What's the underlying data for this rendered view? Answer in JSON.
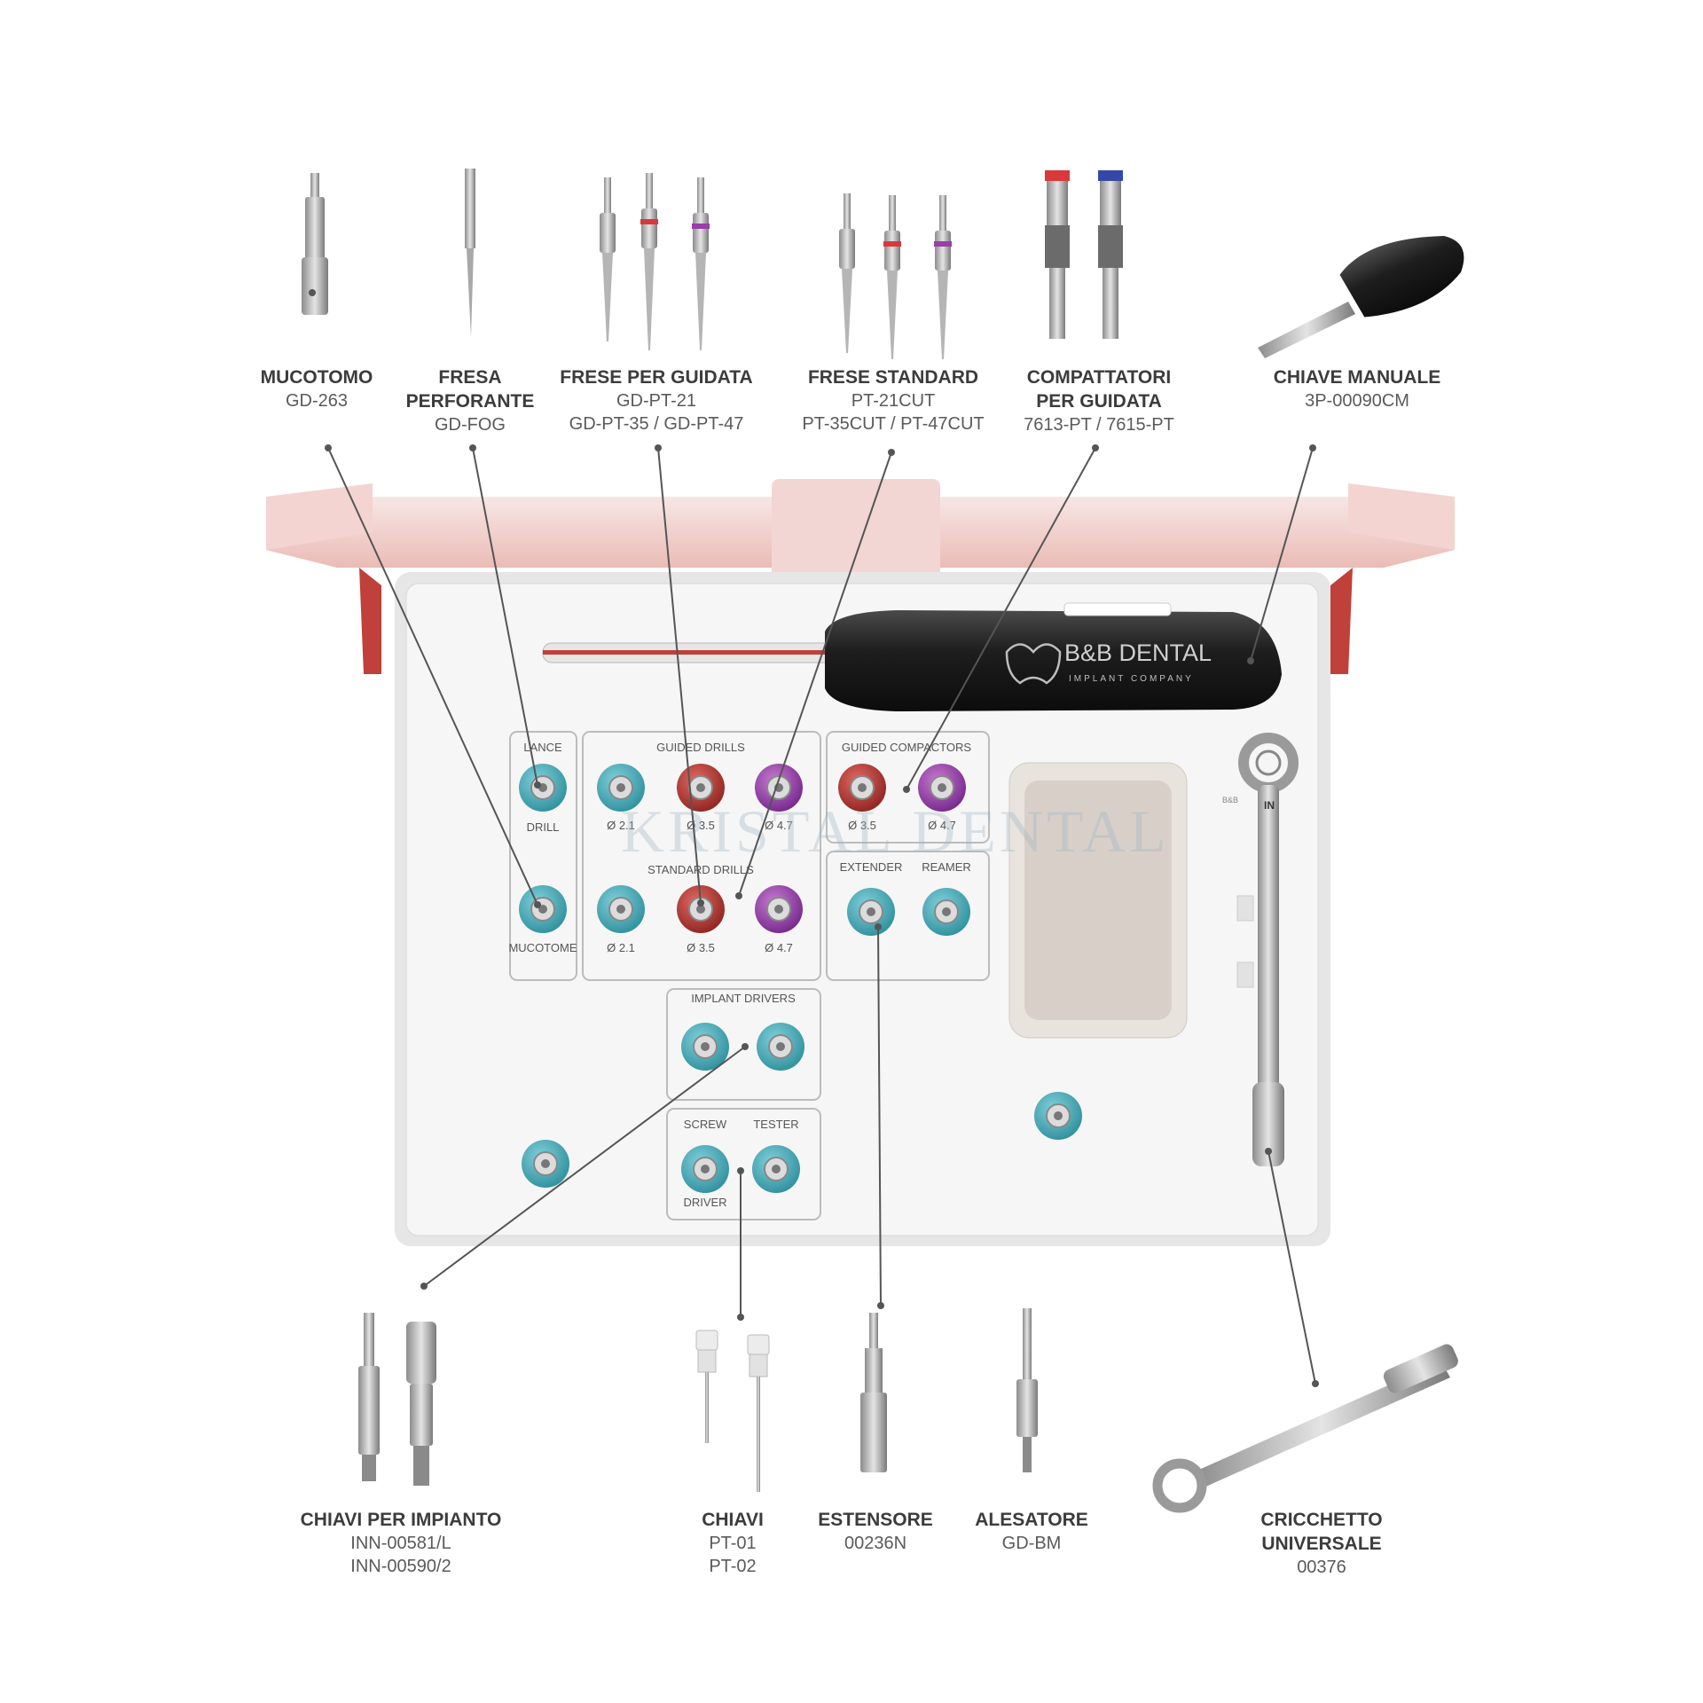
{
  "labels": {
    "mucotomo": {
      "title": "MUCOTOMO",
      "codes": [
        "GD-263"
      ]
    },
    "fresa_perforante": {
      "title": [
        "FRESA",
        "PERFORANTE"
      ],
      "codes": [
        "GD-FOG"
      ]
    },
    "frese_guidata": {
      "title": "FRESE PER GUIDATA",
      "codes": [
        "GD-PT-21",
        "GD-PT-35 / GD-PT-47"
      ]
    },
    "frese_standard": {
      "title": "FRESE STANDARD",
      "codes": [
        "PT-21CUT",
        "PT-35CUT / PT-47CUT"
      ]
    },
    "compattatori": {
      "title": [
        "COMPATTATORI",
        "PER GUIDATA"
      ],
      "codes": [
        "7613-PT / 7615-PT"
      ]
    },
    "chiave_manuale": {
      "title": "CHIAVE MANUALE",
      "codes": [
        "3P-00090CM"
      ]
    },
    "chiavi_impianto": {
      "title": "CHIAVI PER IMPIANTO",
      "codes": [
        "INN-00581/L",
        "INN-00590/2"
      ]
    },
    "chiavi": {
      "title": "CHIAVI",
      "codes": [
        "PT-01",
        "PT-02"
      ]
    },
    "estensore": {
      "title": "ESTENSORE",
      "codes": [
        "00236N"
      ]
    },
    "alesatore": {
      "title": "ALESATORE",
      "codes": [
        "GD-BM"
      ]
    },
    "cricchetto": {
      "title": [
        "CRICCHETTO",
        "UNIVERSALE"
      ],
      "codes": [
        "00376"
      ]
    }
  },
  "tray": {
    "brand": "B&B DENTAL",
    "brand_sub": "IMPLANT COMPANY",
    "lance": "LANCE",
    "drill": "DRILL",
    "mucotome": "MUCOTOME",
    "guided_drills": "GUIDED DRILLS",
    "standard_drills": "STANDARD DRILLS",
    "guided_compactors": "GUIDED COMPACTORS",
    "extender": "EXTENDER",
    "reamer": "REAMER",
    "implant_drivers": "IMPLANT DRIVERS",
    "screw": "SCREW",
    "tester": "TESTER",
    "driver": "DRIVER",
    "d21": "Ø 2.1",
    "d35": "Ø 3.5",
    "d47": "Ø 4.7",
    "ratchet_in": "IN",
    "ratchet_brand": "B&B"
  },
  "watermark": "KRISTAL DENTAL",
  "colors": {
    "teal": "#3aa3b0",
    "red": "#b3302c",
    "purple": "#9a3ea8",
    "case_red": "#c0403a",
    "handle": "#1c1c1c"
  }
}
